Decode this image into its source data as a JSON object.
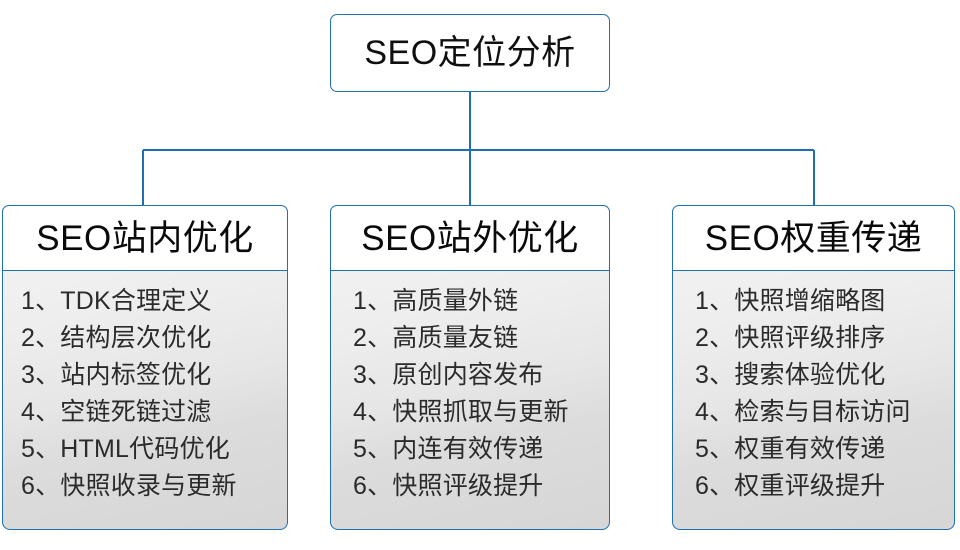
{
  "diagram": {
    "root": {
      "label": "SEO定位分析"
    },
    "accent_color": "#1f6fb5",
    "branches": [
      {
        "header": "SEO站内优化",
        "items": [
          "1、TDK合理定义",
          "2、结构层次优化",
          "3、站内标签优化",
          "4、空链死链过滤",
          "5、HTML代码优化",
          "6、快照收录与更新"
        ]
      },
      {
        "header": "SEO站外优化",
        "items": [
          "1、高质量外链",
          "2、高质量友链",
          "3、原创内容发布",
          "4、快照抓取与更新",
          "5、内连有效传递",
          "6、快照评级提升"
        ]
      },
      {
        "header": "SEO权重传递",
        "items": [
          "1、快照增缩略图",
          "2、快照评级排序",
          "3、搜索体验优化",
          "4、检索与目标访问",
          "5、权重有效传递",
          "6、权重评级提升"
        ]
      }
    ]
  }
}
